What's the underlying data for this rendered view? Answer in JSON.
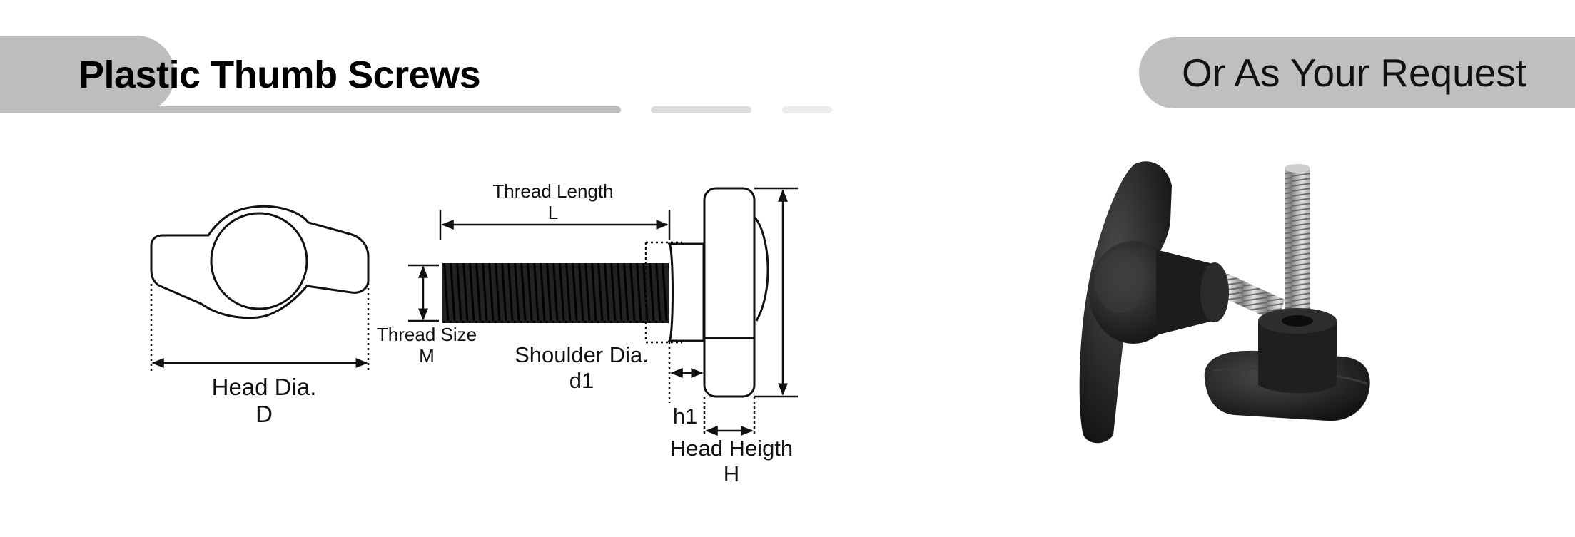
{
  "header": {
    "title": "Plastic Thumb Screws",
    "request_label": "Or As Your Request"
  },
  "diagram": {
    "thread_length": {
      "name": "Thread Length",
      "symbol": "L"
    },
    "thread_size": {
      "name": "Thread Size",
      "symbol": "M"
    },
    "head_dia": {
      "name": "Head Dia.",
      "symbol": "D"
    },
    "shoulder_dia": {
      "name": "Shoulder Dia.",
      "symbol": "d1"
    },
    "shoulder_height": {
      "symbol": "h1"
    },
    "head_height": {
      "name": "Head Heigth",
      "symbol": "H"
    }
  },
  "colors": {
    "accent_gray": "#bdbdbd",
    "knob_black": "#1c1c1c",
    "steel": "#b5b5b5"
  }
}
